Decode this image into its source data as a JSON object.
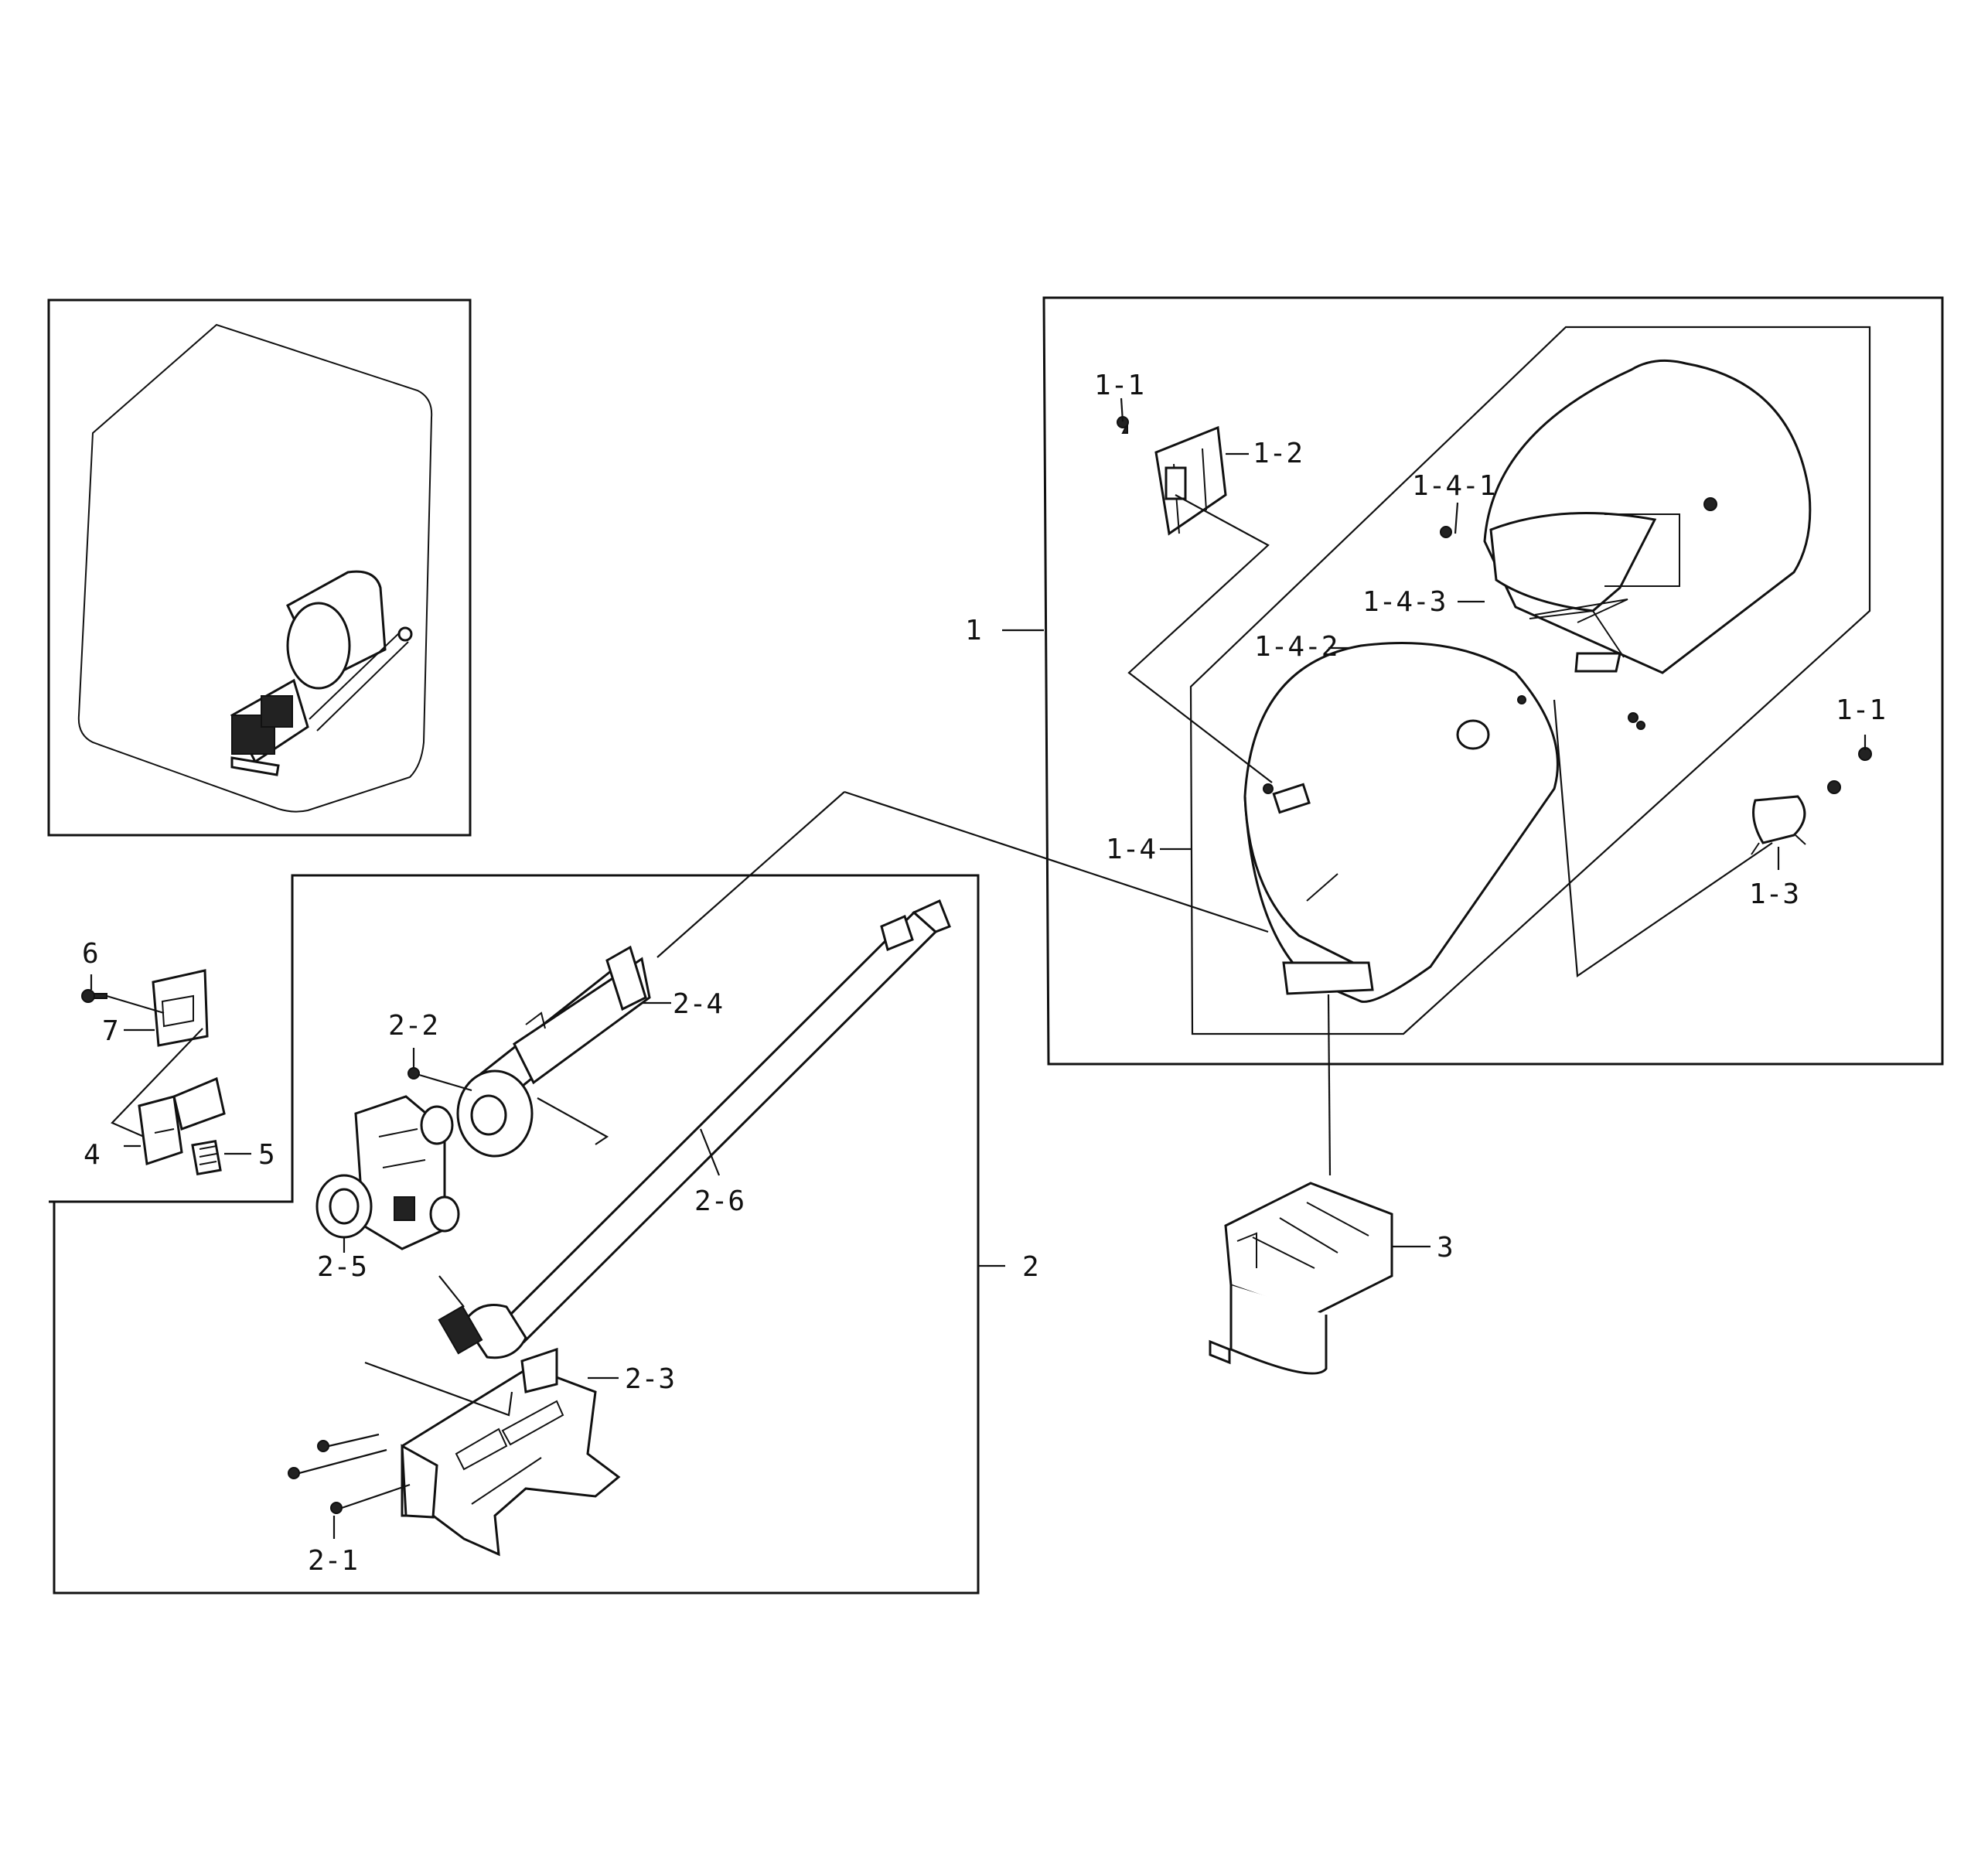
{
  "diagram": {
    "labels": {
      "l1": "1",
      "l1_1a": "1-1",
      "l1_1b": "1-1",
      "l1_2": "1-2",
      "l1_3": "1-3",
      "l1_4": "1-4",
      "l1_4_1": "1-4-1",
      "l1_4_2": "1-4-2",
      "l1_4_3": "1-4-3",
      "l2": "2",
      "l2_1": "2-1",
      "l2_2": "2-2",
      "l2_3": "2-3",
      "l2_4": "2-4",
      "l2_5": "2-5",
      "l2_6": "2-6",
      "l3": "3",
      "l4": "4",
      "l5": "5",
      "l6": "6",
      "l7": "7"
    }
  }
}
